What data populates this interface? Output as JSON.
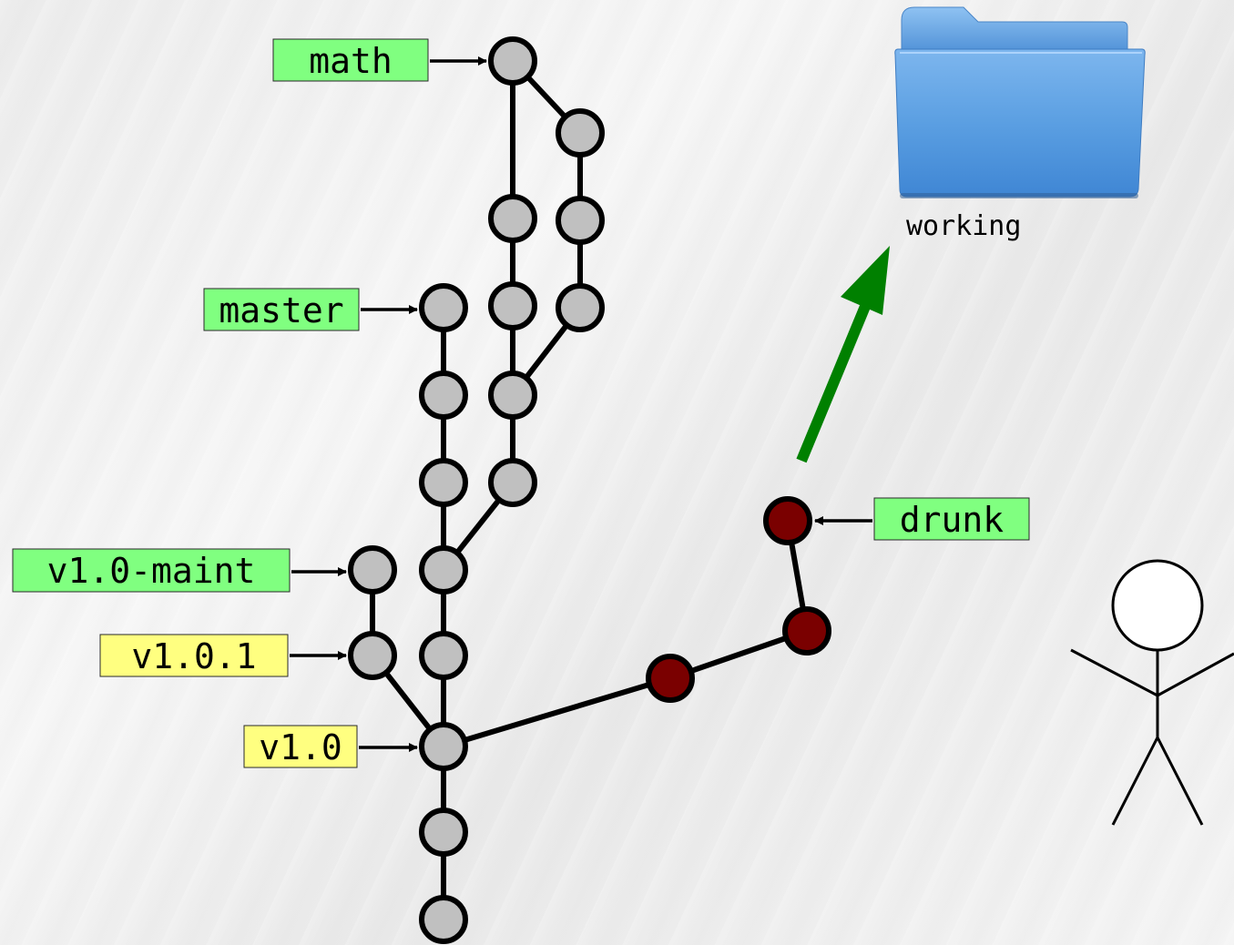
{
  "labels": {
    "math": "math",
    "master": "master",
    "v1_0_maint": "v1.0-maint",
    "v1_0_1": "v1.0.1",
    "v1_0": "v1.0",
    "drunk": "drunk",
    "working": "working"
  },
  "colors": {
    "branch_label": "#80ff80",
    "tag_label": "#ffff80",
    "commit": "#c0c0c0",
    "detached_commit": "#7a0000",
    "checkout_arrow": "#008000",
    "folder": "#5a9be0"
  },
  "icons": {
    "working_directory": "folder-icon",
    "user": "stick-figure-icon"
  }
}
